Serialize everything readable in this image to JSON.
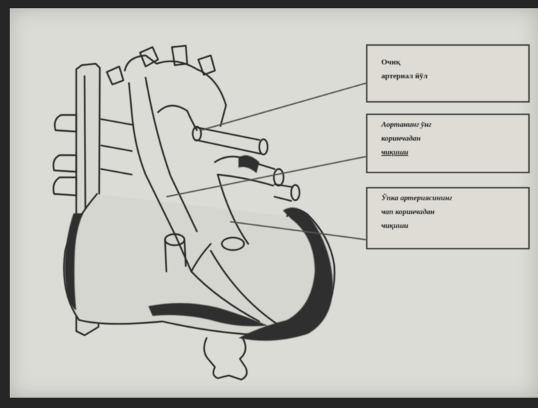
{
  "diagram": {
    "labels": [
      {
        "lines": [
          "Очиқ",
          "артериал йўл"
        ]
      },
      {
        "lines": [
          "Аортанинг ўнг",
          "коринчадан",
          "чиқиши"
        ]
      },
      {
        "lines": [
          "Ўпка артериясининг",
          "чап коринчадан",
          "чиқиши"
        ]
      }
    ]
  },
  "colors": {
    "background": "#dcdcd6",
    "ink": "#2a2a2a",
    "frame": "#262626"
  }
}
